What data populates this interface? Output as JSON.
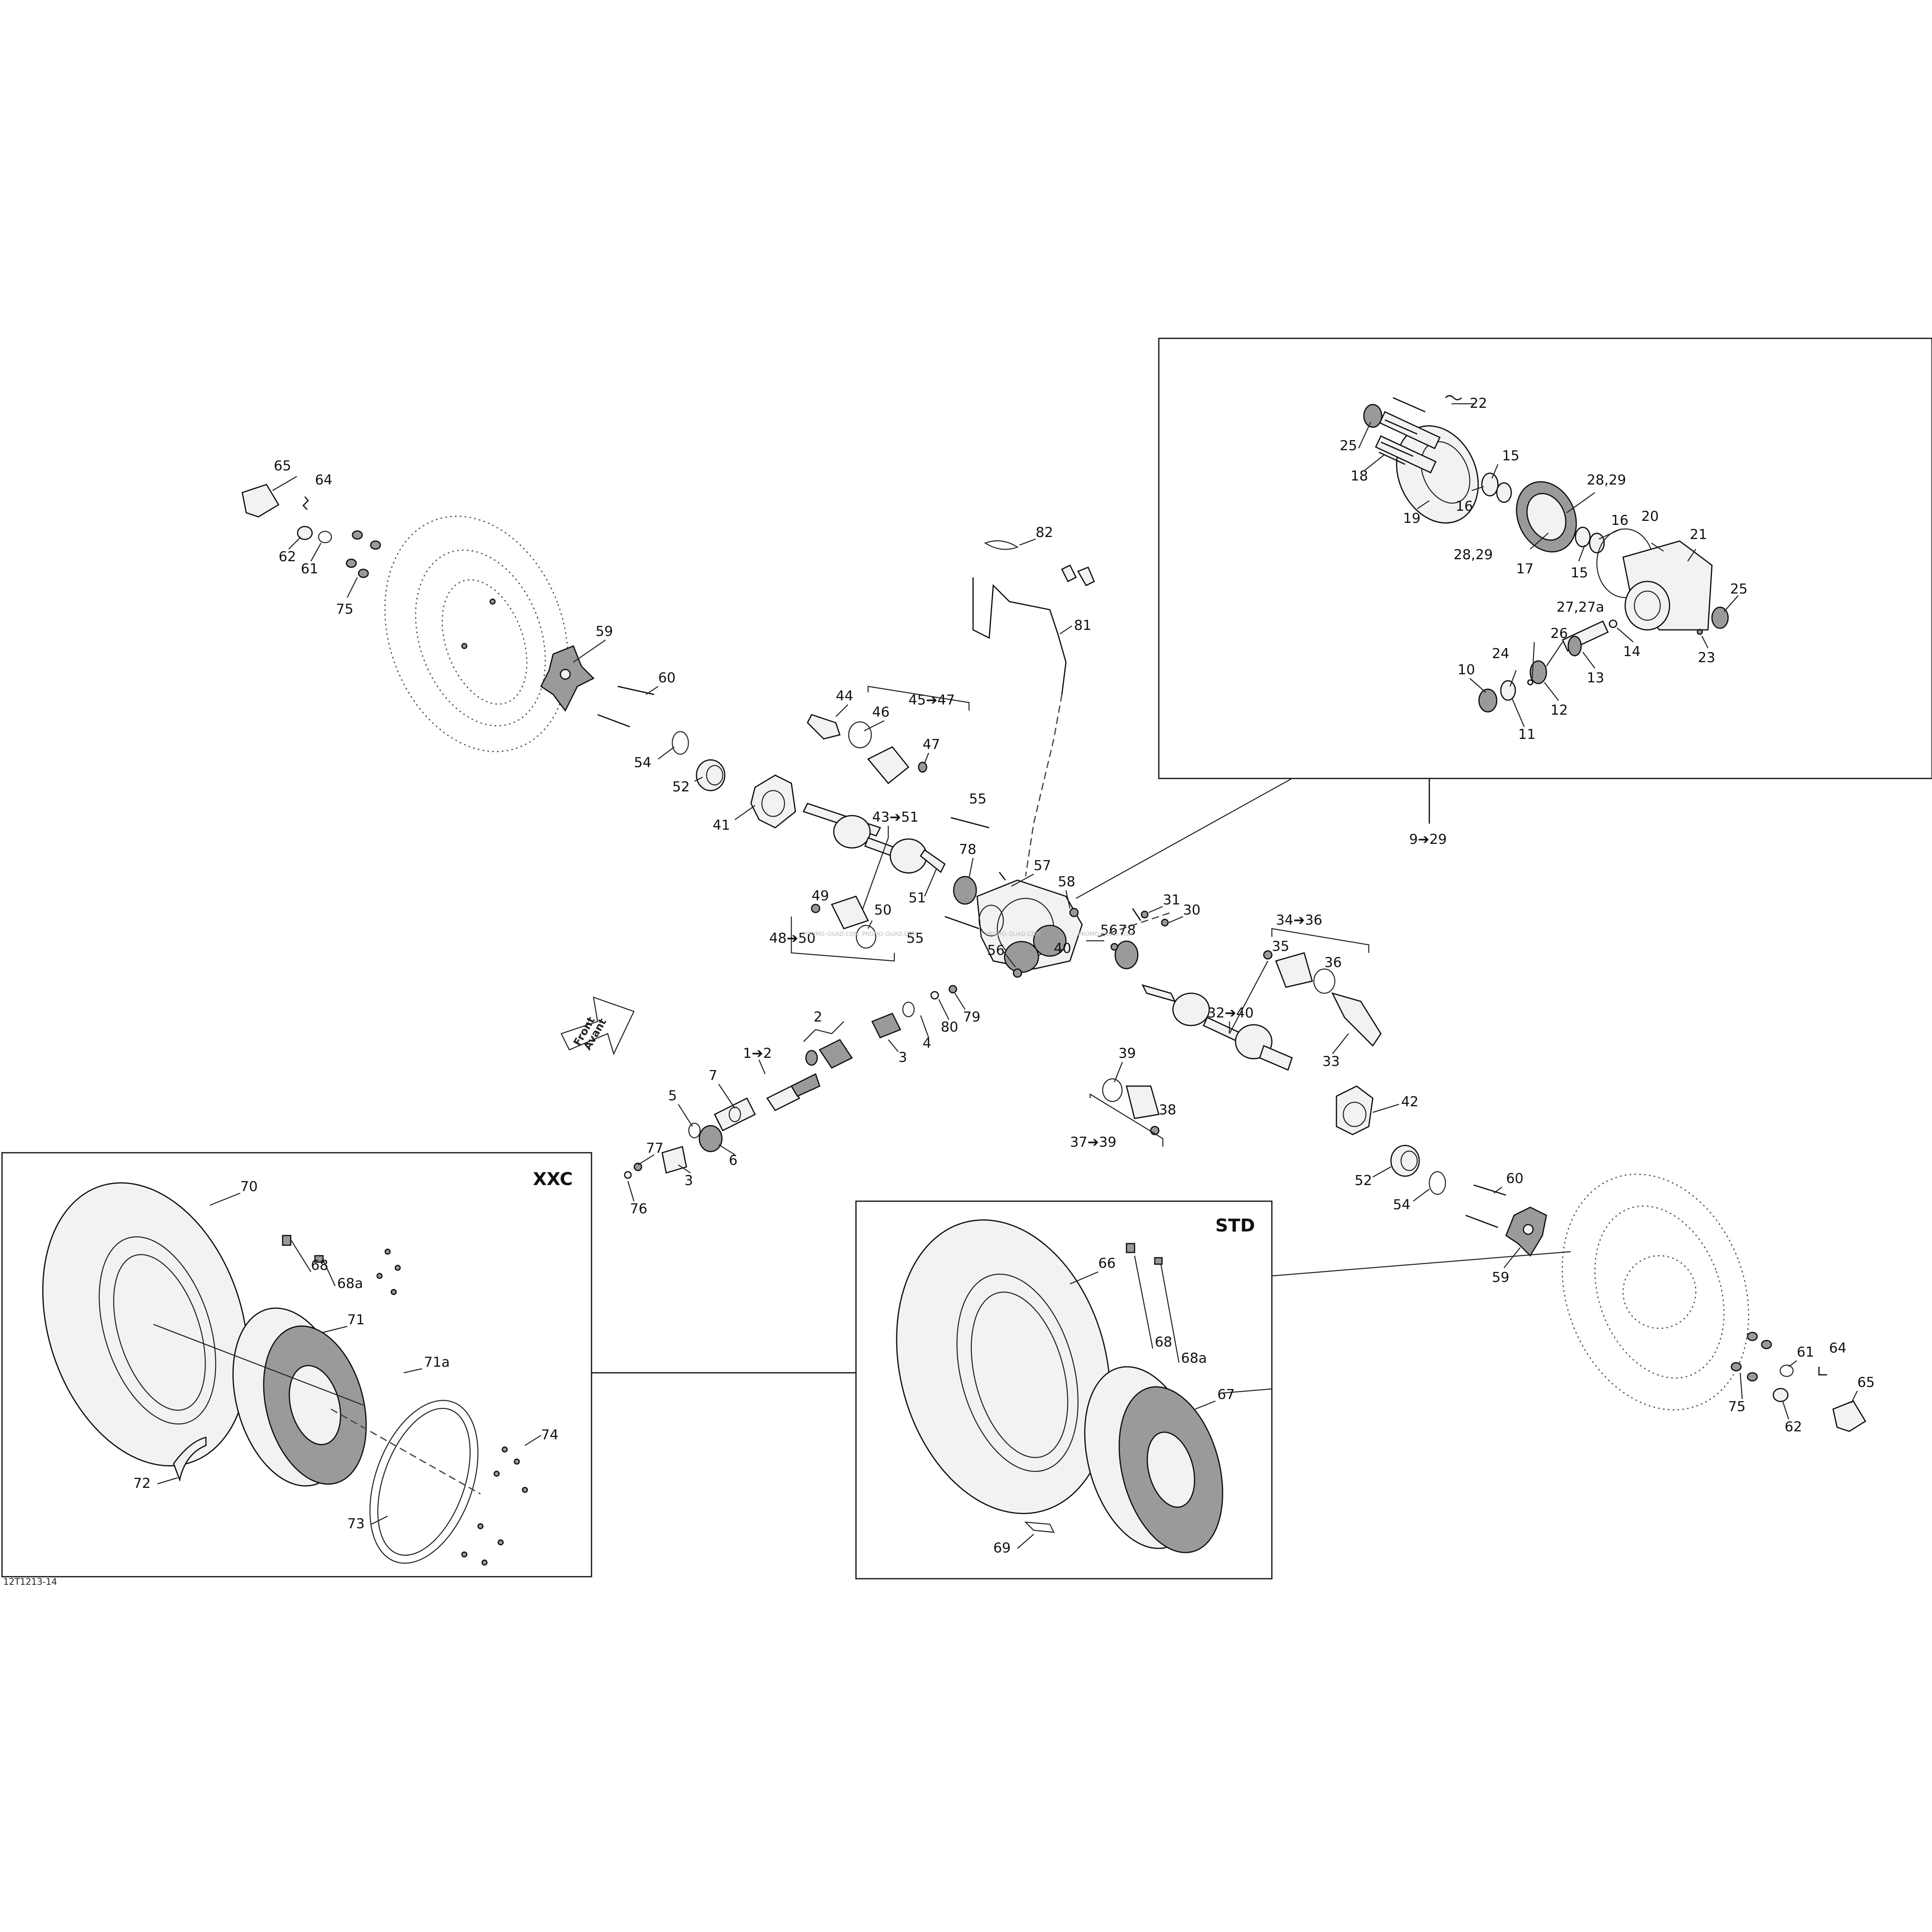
{
  "diagram": {
    "boxes": {
      "xxc": "XXC",
      "std": "STD"
    },
    "sub_assembly_ref": "9➔29",
    "direction_arrow": {
      "line1": "Front",
      "line2": "Avant"
    },
    "figure_ref": "12T1213-14",
    "watermark": "PROMO-QUAD.COM",
    "callouts": {
      "c1_2": "1➔2",
      "c2": "2",
      "c3a": "3",
      "c3b": "3",
      "c4": "4",
      "c5": "5",
      "c6": "6",
      "c7": "7",
      "c10": "10",
      "c11": "11",
      "c12": "12",
      "c13": "13",
      "c14": "14",
      "c15a": "15",
      "c15b": "15",
      "c16a": "16",
      "c16b": "16",
      "c17": "17",
      "c18": "18",
      "c19": "19",
      "c20": "20",
      "c21": "21",
      "c22": "22",
      "c23": "23",
      "c24": "24",
      "c25a": "25",
      "c25b": "25",
      "c26": "26",
      "c27": "27,27a",
      "c28a": "28,29",
      "c28b": "28,29",
      "c30": "30",
      "c31": "31",
      "c32_40": "32➔40",
      "c33": "33",
      "c34_36": "34➔36",
      "c35": "35",
      "c36": "36",
      "c37_39": "37➔39",
      "c38": "38",
      "c39": "39",
      "c40": "40",
      "c41": "41",
      "c42": "42",
      "c43_51": "43➔51",
      "c44": "44",
      "c45_47": "45➔47",
      "c46": "46",
      "c47": "47",
      "c48_50": "48➔50",
      "c49": "49",
      "c50": "50",
      "c51": "51",
      "c52a": "52",
      "c52b": "52",
      "c54a": "54",
      "c54b": "54",
      "c55a": "55",
      "c55b": "55",
      "c56a": "56",
      "c56b": "56",
      "c57": "57",
      "c58": "58",
      "c59a": "59",
      "c59b": "59",
      "c60a": "60",
      "c60b": "60",
      "c61a": "61",
      "c61b": "61",
      "c62a": "62",
      "c62b": "62",
      "c64a": "64",
      "c64b": "64",
      "c65a": "65",
      "c65b": "65",
      "c66": "66",
      "c67": "67",
      "c68a": "68",
      "c68aa": "68a",
      "c68b": "68",
      "c68ab": "68a",
      "c69": "69",
      "c70": "70",
      "c71": "71",
      "c71a": "71a",
      "c72": "72",
      "c73": "73",
      "c74": "74",
      "c75a": "75",
      "c75b": "75",
      "c76": "76",
      "c77": "77",
      "c78a": "78",
      "c78b": "78",
      "c79": "79",
      "c80": "80",
      "c81": "81",
      "c82": "82"
    }
  }
}
